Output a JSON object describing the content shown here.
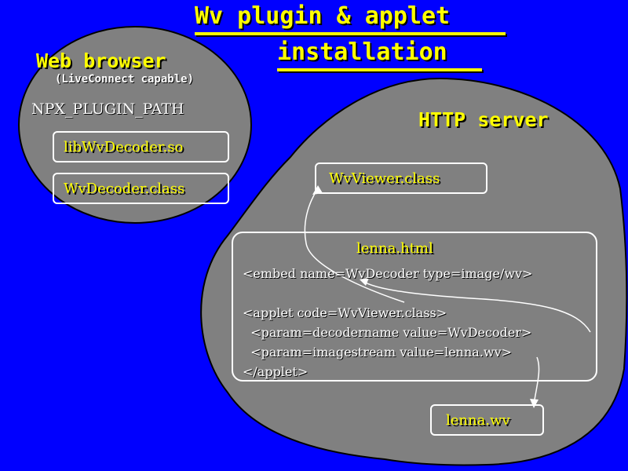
{
  "title": {
    "line1": "Wv plugin & applet",
    "line2": "installation"
  },
  "browser": {
    "heading": "Web browser",
    "subheading": "(LiveConnect capable)",
    "path_label": "NPX_PLUGIN_PATH",
    "files": [
      "libWvDecoder.so",
      "WvDecoder.class"
    ]
  },
  "server": {
    "heading": "HTTP server",
    "viewer_file": "WvViewer.class",
    "html_file": {
      "name": "lenna.html",
      "lines": [
        "<embed name=WvDecoder type=image/wv>",
        "",
        "<applet code=WvViewer.class>",
        "  <param=decodername value=WvDecoder>",
        "  <param=imagestream value=lenna.wv>",
        "</applet>"
      ]
    },
    "image_file": "lenna.wv"
  },
  "colors": {
    "background": "#0000ff",
    "blob": "#808080",
    "highlight": "#ffff00",
    "text": "#ffffff"
  }
}
